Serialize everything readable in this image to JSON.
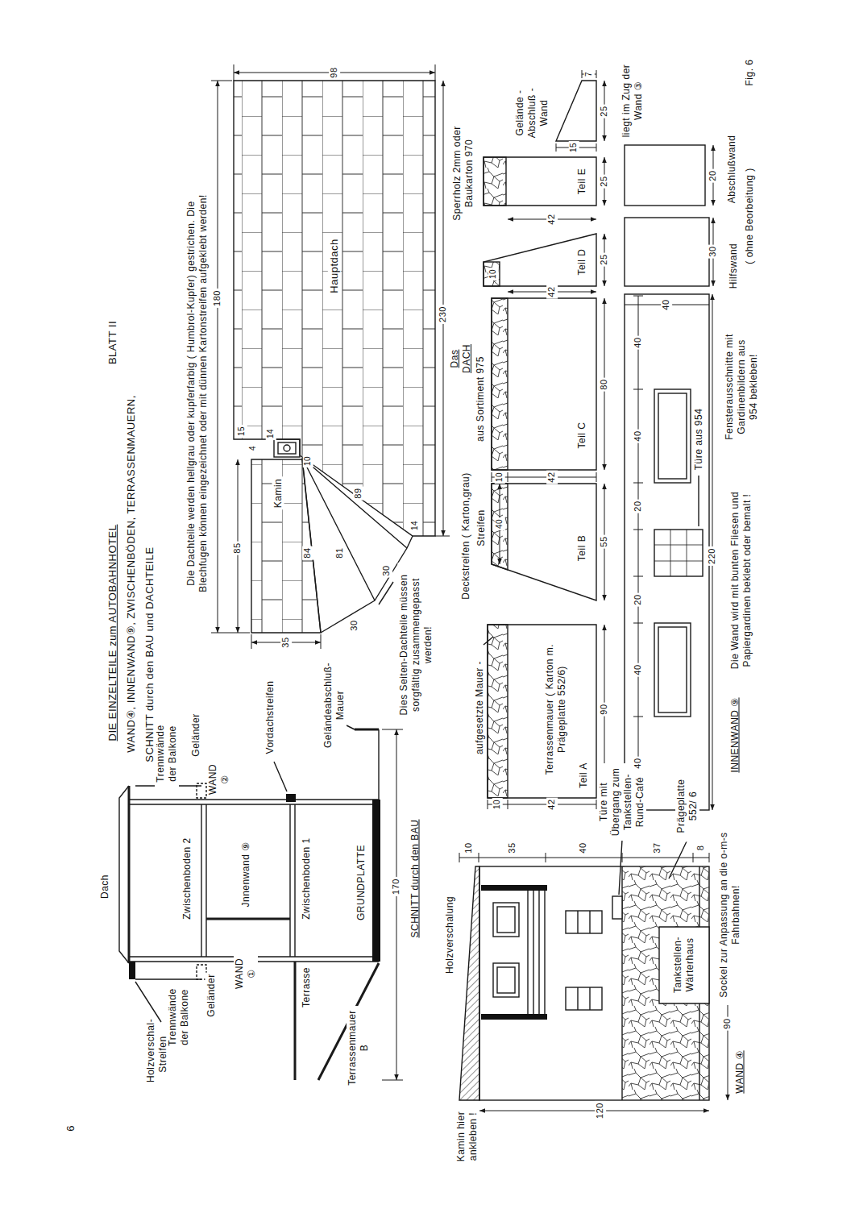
{
  "diagram": {
    "title": "DIE EINZELTEILE zum AUTOBAHNHOTEL",
    "caption": "Fig. 6",
    "nodes": [
      {
        "text": [
          "Hauptdach"
        ]
      },
      {
        "text": [
          "Terrassenmauer ( Karton m. Prägeplatte 552/6)",
          "Teil A"
        ]
      },
      {
        "text": [
          "Teil B"
        ]
      },
      {
        "text": [
          "Teil C"
        ]
      },
      {
        "text": [
          "Teil D"
        ]
      },
      {
        "text": [
          "Teil E"
        ]
      },
      {
        "text": [
          "Tankstellen-Wärterhaus"
        ]
      }
    ],
    "labels": [
      "BLATT II",
      "WAND④, INNENWAND⑨, ZWISCHENBÖDEN, TERRASSENMAUERN,",
      "SCHNITT durch den BAU und DACHTEILE",
      "Die Dachteile werden hellgrau oder kupferfarbig ( Humbrol-Kupfer) gestrichen. Die Blechfugen können eingezeichnet oder mit dünnen Kartonstreifen aufgeklebt werden!",
      "98",
      "180",
      "230",
      "Das DACH",
      "Sperrholz 2mm oder Baukarton 970",
      "15",
      "4",
      "14",
      "10",
      "85",
      "Kamin",
      "84",
      "81",
      "89",
      "14",
      "30",
      "30",
      "35",
      "Dies Seiten-Dachteile müssen sorgfältig zusammengepasst werden!",
      "Dach",
      "Holzverschal- Streifen",
      "Trennwände der Balkone",
      "Geländer",
      "WAND ①",
      "Terrasse",
      "Terrassenmauer B",
      "Trennwände der Balkone",
      "Geländer",
      "WAND ②",
      "Vordachstreifen",
      "Geländeabschluß- Mauer",
      "Zwischenboden 2",
      "Jnnenwand ⑨",
      "Zwischenboden 1",
      "GRUNDPLATTE",
      "170",
      "SCHNITT durch den BAU",
      "Kamin hier ankleben !",
      "Holzverschalung",
      "10",
      "35",
      "40",
      "37",
      "8",
      "Türe mit Übergang zum Tankstellen- Rund-Café",
      "Prägeplatte 552/ 6",
      "Sockel zur Anpassung an die o-m-s Fahrbahnen!",
      "90",
      "WAND ④",
      "120",
      "aufgesetzte Mauer -",
      "Deckstreifen ( Karton,grau)",
      "Streifen",
      "aus Sortiment 975",
      "10",
      "42",
      "90",
      "10",
      "42",
      "40",
      "55",
      "80",
      "10",
      "42",
      "25",
      "42",
      "25",
      "Gelände - Abschluß - Wand",
      "15",
      "7",
      "25",
      "liegt im Zug der Wand ③",
      "40",
      "40",
      "40",
      "20",
      "20",
      "40",
      "40",
      "220",
      "Türe aus 954",
      "Fensterausschnitte mit Gardinenbildern aus 954 bekleben!",
      "Die Wand wird mit bunten Fliesen und Papiergardinen beklebt oder bemalt !",
      "INNENWAND ⑨",
      "30",
      "20",
      "Hilfswand",
      "Abschlußwand",
      "( ohne Beorbeitung )",
      "6"
    ]
  }
}
